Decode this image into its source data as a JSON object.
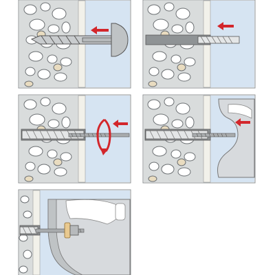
{
  "diagram": {
    "panels": [
      {
        "id": "step-1-drill-hole"
      },
      {
        "id": "step-2-insert-plug"
      },
      {
        "id": "step-3-screw-in-bolt"
      },
      {
        "id": "step-4-mount-fixture"
      },
      {
        "id": "step-5-fixture-secured"
      }
    ]
  },
  "colors": {
    "wall": "#d9dcdc",
    "stone": "#ffffff",
    "stone_tan": "#e9dcc0",
    "stone_outline": "#6b6f72",
    "insulation": "#f2f1ea",
    "background_blue": "#d6e4f2",
    "arrow_red": "#d3262b",
    "metal": "#a9acae",
    "ceramic": "#d7dadd",
    "border": "#8b8f92"
  }
}
